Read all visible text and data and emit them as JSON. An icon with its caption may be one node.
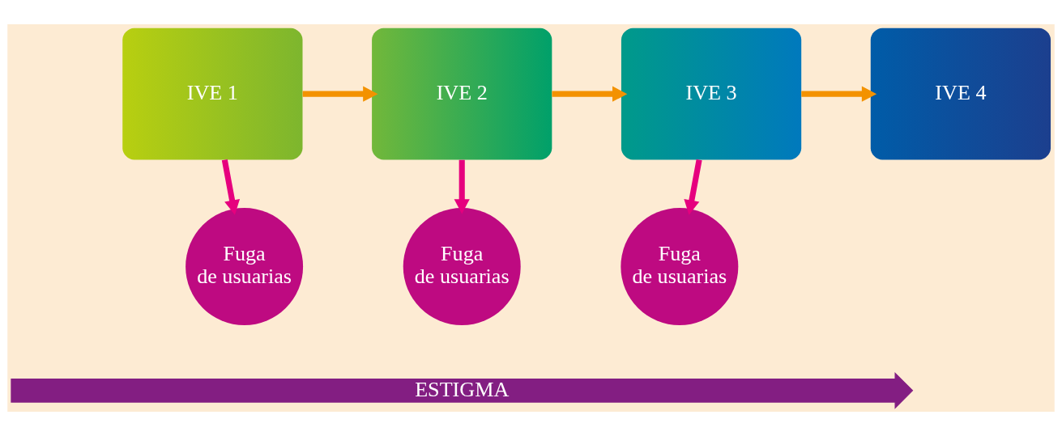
{
  "diagram": {
    "nodes": [
      {
        "text": [
          "IVE 1"
        ]
      },
      {
        "text": [
          "IVE 2"
        ]
      },
      {
        "text": [
          "IVE 3"
        ]
      },
      {
        "text": [
          "IVE 4"
        ]
      },
      {
        "text": [
          "Fuga de usuarias"
        ]
      },
      {
        "text": [
          "Fuga de usuarias"
        ]
      },
      {
        "text": [
          "Fuga de usuarias"
        ]
      },
      {
        "text": [
          "ESTIGMA"
        ]
      }
    ],
    "edges": [
      {
        "from": 0,
        "to": 1,
        "arrow": "to",
        "color": "#f39200"
      },
      {
        "from": 1,
        "to": 2,
        "arrow": "to",
        "color": "#f39200"
      },
      {
        "from": 2,
        "to": 3,
        "arrow": "to",
        "color": "#f39200"
      },
      {
        "from": 0,
        "to": 4,
        "arrow": "to",
        "color": "#e6007e"
      },
      {
        "from": 1,
        "to": 5,
        "arrow": "to",
        "color": "#e6007e"
      },
      {
        "from": 2,
        "to": 6,
        "arrow": "to",
        "color": "#e6007e"
      }
    ]
  }
}
